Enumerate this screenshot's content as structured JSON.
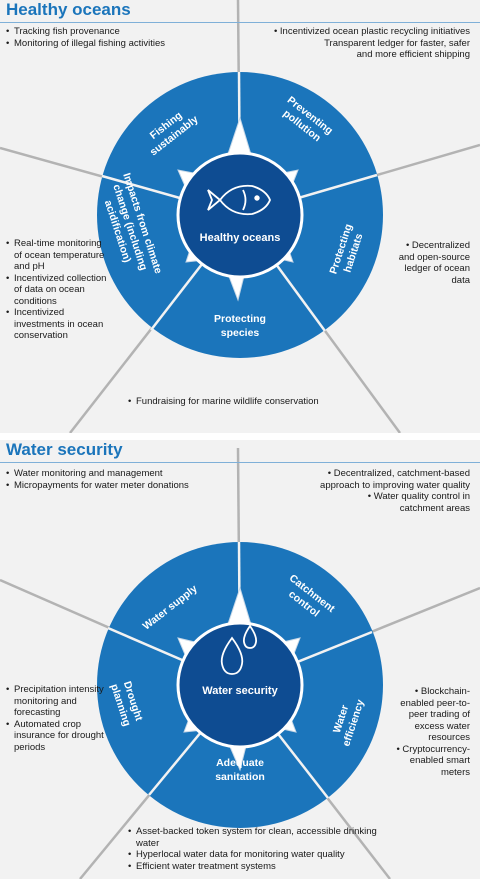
{
  "oceans": {
    "title": "Healthy oceans",
    "center": "Healthy oceans",
    "segments": {
      "fishing": [
        "Fishing",
        "sustainably"
      ],
      "pollution": [
        "Preventing",
        "pollution"
      ],
      "habitats": [
        "Protecting",
        "habitats"
      ],
      "species": [
        "Protecting",
        "species"
      ],
      "climate": [
        "Impacts from climate",
        "change (including",
        "acidification)"
      ]
    },
    "notes_top_left": [
      "Tracking fish provenance",
      "Monitoring of illegal fishing activities"
    ],
    "notes_top_right": [
      "Incentivized ocean plastic recycling initiatives",
      "Transparent ledger for faster, safer",
      "and more efficient shipping"
    ],
    "notes_left": [
      "Real-time monitoring of ocean temperature and pH",
      "Incentivized collection of data on ocean conditions",
      "Incentivized investments in ocean conservation"
    ],
    "notes_right": [
      "Decentralized and open-source ledger of ocean data"
    ],
    "notes_bottom": [
      "Fundraising for marine wildlife conservation"
    ],
    "icon": "fish-icon",
    "colors": {
      "wheel": "#1b75bb",
      "center": "#0e4c92",
      "lines": "#b3b3b3"
    }
  },
  "water": {
    "title": "Water security",
    "center": "Water security",
    "segments": {
      "supply": [
        "Water supply"
      ],
      "catchment": [
        "Catchment",
        "control"
      ],
      "efficiency": [
        "Water",
        "efficiency"
      ],
      "sanitation": [
        "Adequate",
        "sanitation"
      ],
      "drought": [
        "Drought",
        "planning"
      ]
    },
    "notes_top_left": [
      "Water monitoring and management",
      "Micropayments for water meter donations"
    ],
    "notes_top_right": [
      "Decentralized, catchment-based",
      "approach to improving water quality",
      "Water quality control in",
      "catchment areas"
    ],
    "notes_left": [
      "Precipitation intensity monitoring and forecasting",
      "Automated crop insurance for drought periods"
    ],
    "notes_right": [
      "Blockchain-enabled peer-to-peer trading of excess water resources",
      "Cryptocurrency-enabled smart meters"
    ],
    "notes_bottom": [
      "Asset-backed token system for clean, accessible drinking water",
      "Hyperlocal water data for monitoring water quality",
      "Efficient water treatment systems"
    ],
    "icon": "water-drops-icon"
  }
}
